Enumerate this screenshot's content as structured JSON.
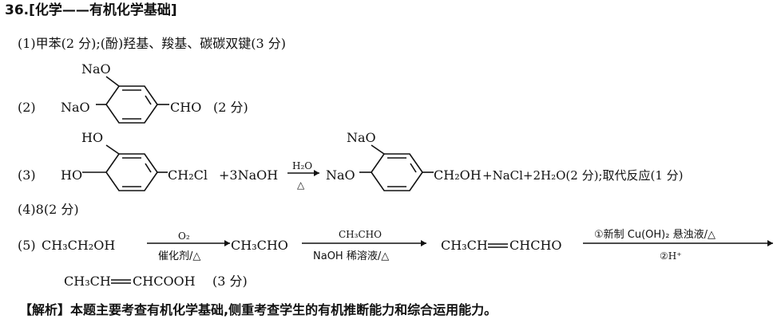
{
  "header": "36.[化学——有机化学基础]",
  "item1": "(1)甲苯(2 分);(酚)羟基、羧基、碳碳双键(3 分)",
  "item2": {
    "label": "(2)",
    "left_sub": "NaO",
    "top_sub": "NaO",
    "right_sub": "CHO",
    "score": "(2 分)"
  },
  "item3": {
    "label": "(3)",
    "r_top": "HO",
    "r_left": "HO",
    "r_right": "CH₂Cl",
    "plus": "+3NaOH",
    "cond_top": "H₂O",
    "cond_bottom": "△",
    "p_top": "NaO",
    "p_left": "NaO",
    "p_right": "CH₂OH",
    "tail": "+NaCl+2H₂O(2 分);取代反应(1 分)"
  },
  "item4": "(4)8(2 分)",
  "item5": {
    "label": "(5)",
    "s1": "CH₃CH₂OH",
    "c1_top": "O₂",
    "c1_bottom": "催化剂/△",
    "s2": "CH₃CHO",
    "c2_top": "CH₃CHO",
    "c2_bottom": "NaOH 稀溶液/△",
    "s3": "CH₃CH",
    "s3b": "CHCHO",
    "c3_top": "①新制 Cu(OH)₂ 悬浊液/△",
    "c3_bottom": "②H⁺",
    "s4": "CH₃CH",
    "s4b": "CHCOOH",
    "score": "(3 分)"
  },
  "analysis": "【解析】本题主要考查有机化学基础,侧重考查学生的有机推断能力和综合运用能力。"
}
